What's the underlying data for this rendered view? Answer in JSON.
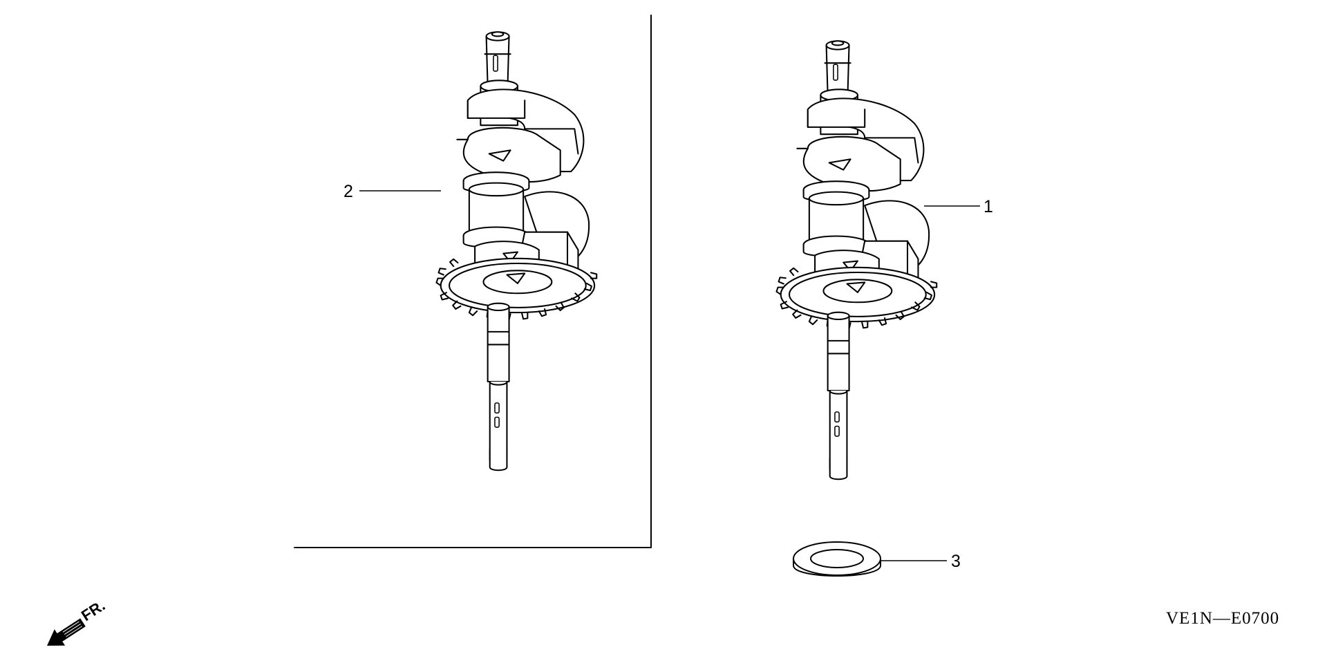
{
  "diagram_code": "VE1N—E0700",
  "direction_label": "FR.",
  "callouts": [
    {
      "number": "1",
      "part": "crankshaft"
    },
    {
      "number": "2",
      "part": "crankshaft"
    },
    {
      "number": "3",
      "part": "washer"
    }
  ],
  "icons": {
    "direction": "front-direction-arrow-icon"
  }
}
